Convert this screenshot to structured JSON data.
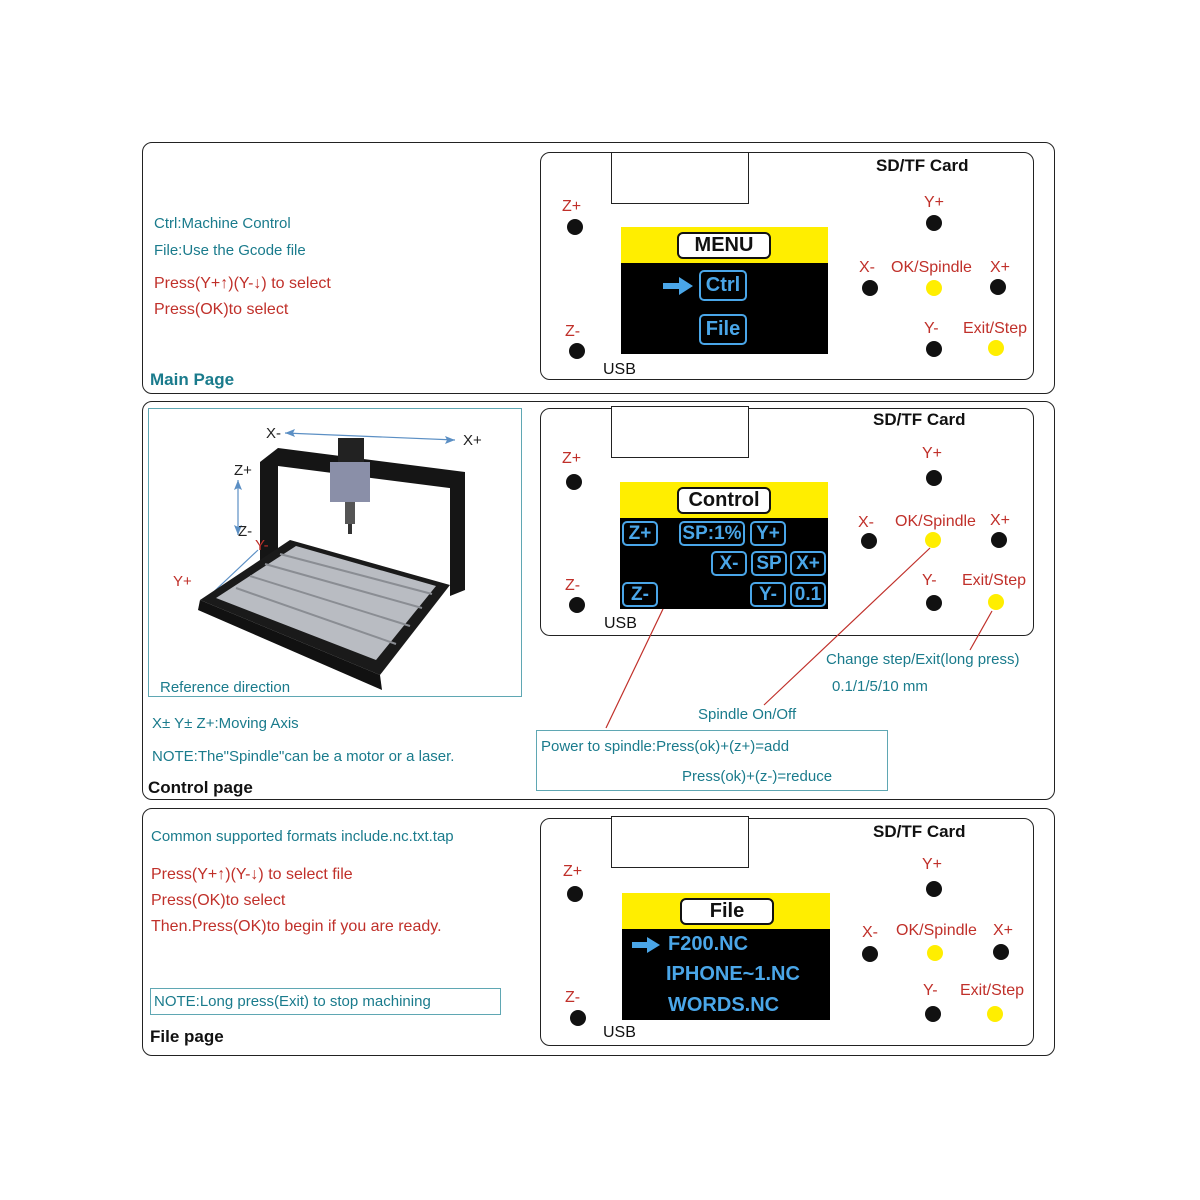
{
  "board": {
    "sd_label": "SD/TF Card",
    "usb_label": "USB",
    "keys": {
      "z_plus": "Z+",
      "z_minus": "Z-",
      "y_plus": "Y+",
      "y_minus": "Y-",
      "x_minus": "X-",
      "x_plus": "X+",
      "ok_spindle": "OK/Spindle",
      "exit_step": "Exit/Step"
    }
  },
  "main_page": {
    "title": "Main Page",
    "lines": {
      "ctrl_desc": "Ctrl:Machine Control",
      "file_desc": "File:Use the Gcode file",
      "press_select": "Press(Y+↑)(Y-↓) to select",
      "press_ok": "Press(OK)to select"
    },
    "screen": {
      "title": "MENU",
      "item1": "Ctrl",
      "item2": "File"
    }
  },
  "control_page": {
    "title": "Control page",
    "reference": "Reference direction",
    "axis": {
      "x_minus": "X-",
      "x_plus": "X+",
      "z_plus": "Z+",
      "z_minus": "Z-",
      "y_minus": "Y-",
      "y_plus": "Y+"
    },
    "moving_axis": "X± Y± Z+:Moving Axis",
    "note": "NOTE:The\"Spindle\"can be a motor or a laser.",
    "screen": {
      "title": "Control",
      "z_plus": "Z+",
      "sp_pct": "SP:1%",
      "y_plus": "Y+",
      "x_minus": "X-",
      "sp": "SP",
      "x_plus": "X+",
      "z_minus": "Z-",
      "y_minus": "Y-",
      "step": "0.1"
    },
    "change_step": "Change step/Exit(long press)",
    "steps": "0.1/1/5/10 mm",
    "spindle_onoff": "Spindle On/Off",
    "power_add": "Power to spindle:Press(ok)+(z+)=add",
    "power_reduce": "Press(ok)+(z-)=reduce"
  },
  "file_page": {
    "title": "File page",
    "formats": "Common supported formats include.nc.txt.tap",
    "press_select": "Press(Y+↑)(Y-↓) to select file",
    "press_ok": "Press(OK)to select",
    "press_begin": "Then.Press(OK)to begin if you are ready.",
    "note": "NOTE:Long press(Exit) to stop machining",
    "screen": {
      "title": "File",
      "file1": "F200.NC",
      "file2": "IPHONE~1.NC",
      "file3": "WORDS.NC"
    }
  },
  "colors": {
    "yellow": "#ffee00",
    "screen_blue": "#4aa6e8",
    "teal_text": "#1a7b8c",
    "red_text": "#c0302a"
  },
  "icons": {
    "selection": "right-arrow-icon",
    "machine": "cnc-machine-illustration"
  }
}
